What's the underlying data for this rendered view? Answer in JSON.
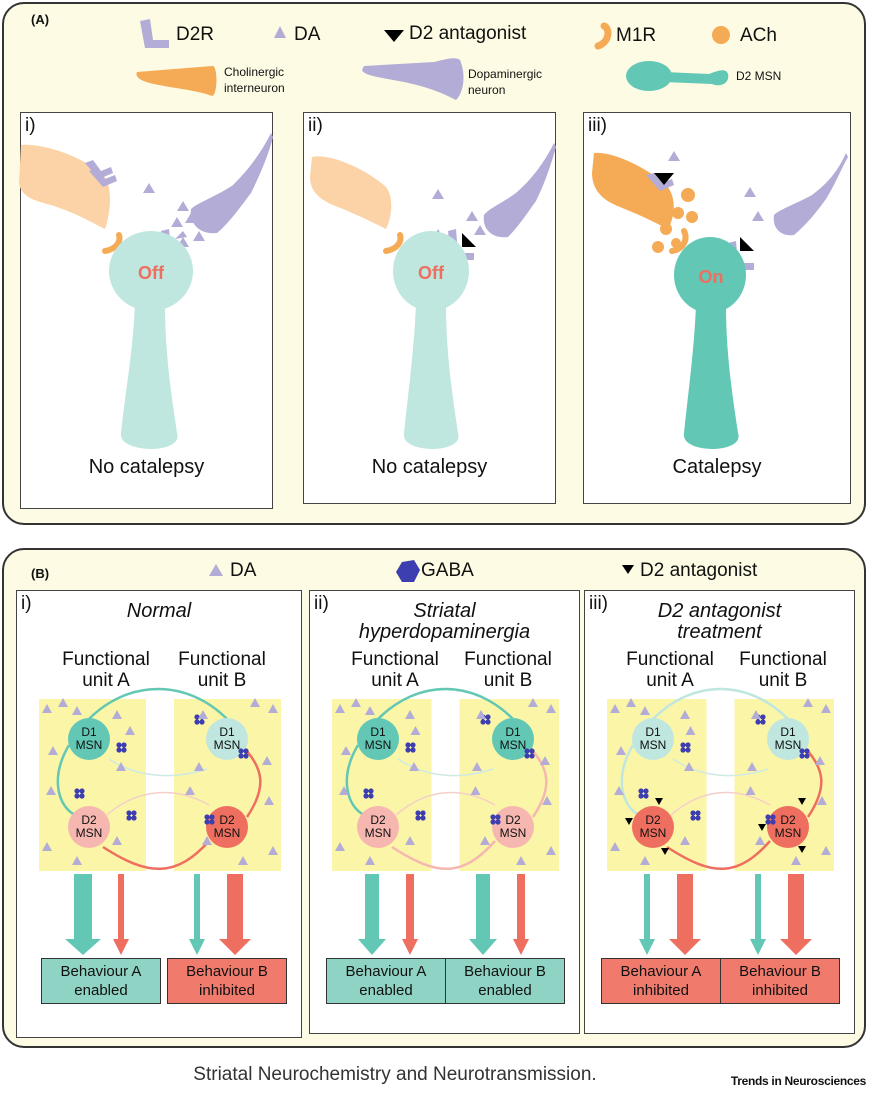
{
  "panel_a": {
    "label": "(A)",
    "legend": {
      "d2r": "D2R",
      "da": "DA",
      "d2_antagonist": "D2 antagonist",
      "m1r": "M1R",
      "ach": "ACh",
      "cholinergic_line1": "Cholinergic",
      "cholinergic_line2": "interneuron",
      "dopaminergic_line1": "Dopaminergic",
      "dopaminergic_line2": "neuron",
      "d2msn": "D2 MSN"
    },
    "subpanels": [
      {
        "num": "i)",
        "state": "Off",
        "outcome": "No catalepsy"
      },
      {
        "num": "ii)",
        "state": "Off",
        "outcome": "No catalepsy"
      },
      {
        "num": "iii)",
        "state": "On",
        "outcome": "Catalepsy"
      }
    ]
  },
  "panel_b": {
    "label": "(B)",
    "legend": {
      "da": "DA",
      "gaba": "GABA",
      "d2_antagonist": "D2 antagonist"
    },
    "subpanels": [
      {
        "num": "i)",
        "title_line1": "Normal",
        "title_line2": "",
        "unit_a_line1": "Functional",
        "unit_a_line2": "unit A",
        "unit_b_line1": "Functional",
        "unit_b_line2": "unit B",
        "d1": "D1",
        "d2": "D2",
        "msn": "MSN",
        "beh_a_line1": "Behaviour A",
        "beh_a_line2": "enabled",
        "beh_b_line1": "Behaviour B",
        "beh_b_line2": "inhibited"
      },
      {
        "num": "ii)",
        "title_line1": "Striatal",
        "title_line2": "hyperdopaminergia",
        "unit_a_line1": "Functional",
        "unit_a_line2": "unit A",
        "unit_b_line1": "Functional",
        "unit_b_line2": "unit B",
        "d1": "D1",
        "d2": "D2",
        "msn": "MSN",
        "beh_a_line1": "Behaviour A",
        "beh_a_line2": "enabled",
        "beh_b_line1": "Behaviour B",
        "beh_b_line2": "enabled"
      },
      {
        "num": "iii)",
        "title_line1": "D2 antagonist",
        "title_line2": "treatment",
        "unit_a_line1": "Functional",
        "unit_a_line2": "unit A",
        "unit_b_line1": "Functional",
        "unit_b_line2": "unit B",
        "d1": "D1",
        "d2": "D2",
        "msn": "MSN",
        "beh_a_line1": "Behaviour A",
        "beh_a_line2": "inhibited",
        "beh_b_line1": "Behaviour B",
        "beh_b_line2": "inhibited"
      }
    ]
  },
  "caption": "Striatal Neurochemistry and Neurotransmission.",
  "journal": "Trends in Neurosciences",
  "colors": {
    "panel_bg": "#fdfbe3",
    "da": "#b3acd6",
    "dopaminergic": "#b3acd6",
    "cholinergic": "#f5ab55",
    "cholinergic_light": "#fbd3a6",
    "msn_teal": "#62c7b4",
    "msn_light": "#bfe6df",
    "d2_red": "#ee6f5f",
    "d2_pink": "#f6b7b1",
    "gaba": "#3d3fb0",
    "unit_bg": "#fbf6a7"
  }
}
